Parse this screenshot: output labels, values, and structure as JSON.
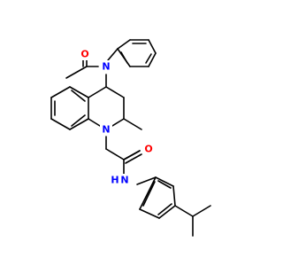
{
  "atoms": [
    {
      "id": "o-acetyl",
      "symbol": "O",
      "color": "#ff0000"
    },
    {
      "id": "n-amide",
      "symbol": "N",
      "color": "#0000ff"
    },
    {
      "id": "n-ring",
      "symbol": "N",
      "color": "#0000ff"
    },
    {
      "id": "o-amide",
      "symbol": "O",
      "color": "#ff0000"
    },
    {
      "id": "nh-anilide",
      "symbol": "N",
      "color": "#0000ff"
    },
    {
      "id": "h-anilide",
      "symbol": "H",
      "color": "#0000ff"
    }
  ],
  "colors": {
    "bond": "#000000",
    "oxygen": "#ff0000",
    "nitrogen": "#0000ff",
    "background": "#ffffff"
  }
}
